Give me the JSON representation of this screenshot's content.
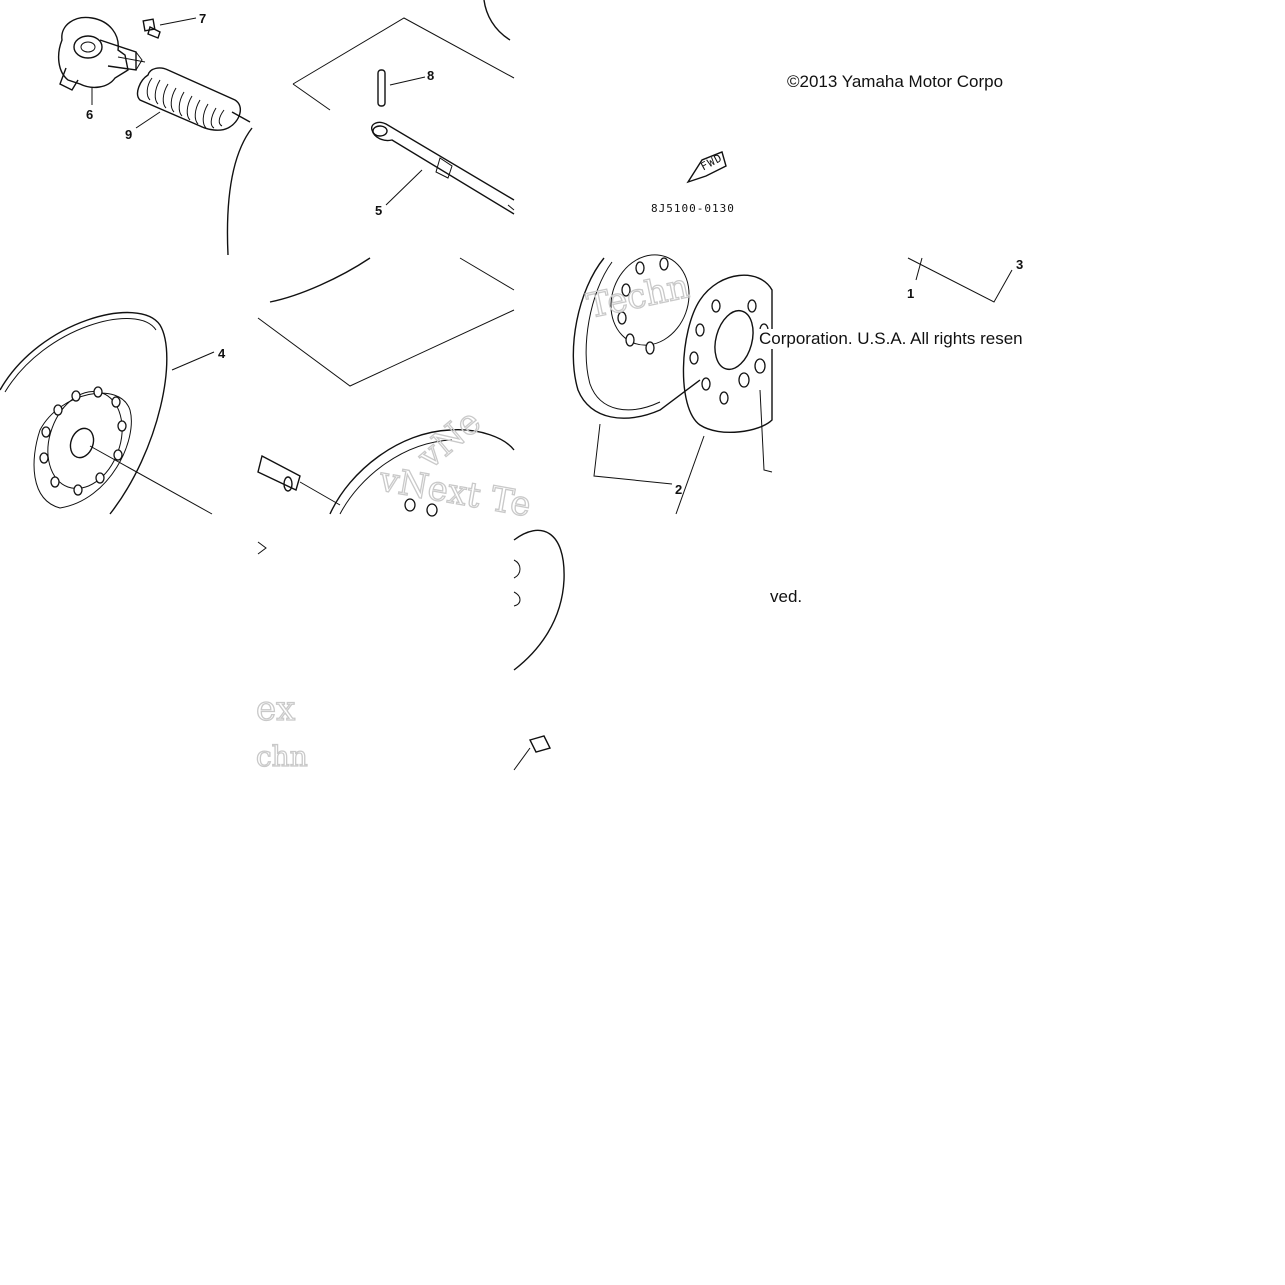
{
  "diagram": {
    "copyright_line_1": "©2013 Yamaha Motor Corpo",
    "copyright_line_2": "Corporation. U.S.A. All rights resen",
    "copyright_line_3": "ved.",
    "part_code": "8J5100-0130",
    "fwd_label": "FWD",
    "watermark_1": "vNext Te",
    "watermark_2": "Techn",
    "watermark_3": "ex",
    "watermark_4": "chn",
    "watermark_5": "vNe",
    "callouts": {
      "c1": "1",
      "c2": "2",
      "c3": "3",
      "c4": "4",
      "c5": "5",
      "c6": "6",
      "c7": "7",
      "c8": "8",
      "c9": "9"
    }
  }
}
